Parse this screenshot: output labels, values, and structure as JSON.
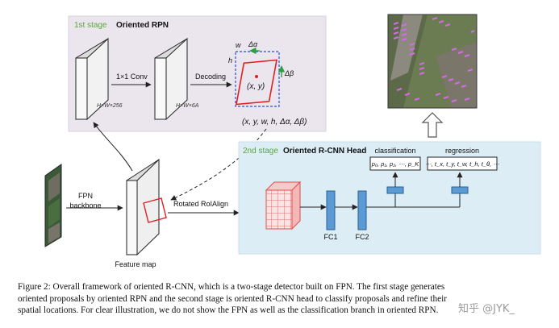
{
  "stage1": {
    "tag": "1st stage",
    "title": "Oriented RPN"
  },
  "stage2": {
    "tag": "2nd stage",
    "title": "Oriented R-CNN Head"
  },
  "labels": {
    "conv": "1×1 Conv",
    "decoding": "Decoding",
    "dim1": "H×W×256",
    "dim2": "H×W×6A",
    "fpn_line1": "FPN",
    "fpn_line2": "backbone",
    "feature_map": "Feature map",
    "roialign": "Rotated RoIAlign",
    "fc1": "FC1",
    "fc2": "FC2",
    "classification": "classification",
    "regression": "regression",
    "cls_vector": "p₀, p₁, p₂, ⋯, p_K",
    "reg_vector": "⋯, t_x, t_y, t_w, t_h, t_θ, ⋯",
    "proposal_params": "(x, y, w, h, Δα, Δβ)",
    "w": "w",
    "h": "h",
    "delta_alpha": "Δα",
    "delta_beta": "Δβ",
    "center": "(x, y)"
  },
  "caption": {
    "line1": "Figure 2: Overall framework of oriented R-CNN, which is a two-stage detector built on FPN. The first stage generates",
    "line2": "oriented proposals by oriented RPN and the second stage is oriented R-CNN head to classify proposals and refine their",
    "line3": "spatial locations. For clear illustration, we do not show the FPN as well as the classification branch in oriented RPN."
  },
  "watermark": "知乎 @JYK_",
  "colors": {
    "stage1_bg": "#ebe6ee",
    "stage2_bg": "#dcedf6",
    "stage_tag": "#5aa63a",
    "fc_fill": "#5b9bd5",
    "fc_stroke": "#2e5f8a",
    "box_red": "#e02020",
    "anchor_blue": "#2b4fd8",
    "arrow_green": "#2aa040"
  }
}
